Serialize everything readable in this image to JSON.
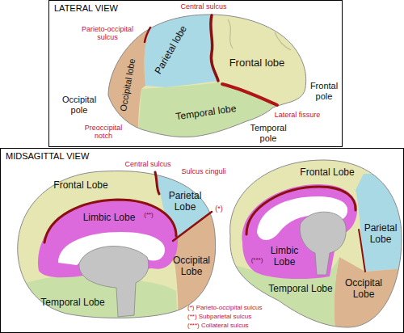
{
  "diagram": {
    "nodes": [
      {
        "text": [
          "LATERAL VIEW"
        ]
      },
      {
        "text": [
          "MIDSAGITTAL VIEW"
        ]
      }
    ],
    "labels": [
      "Central sulcus",
      "Parieto-occipital sulcus",
      "Parietal lobe",
      "Frontal lobe",
      "Occipital lobe",
      "Occipital pole",
      "Temporal lobe",
      "Lateral fissure",
      "Frontal pole",
      "Preoccipital notch",
      "Temporal pole",
      "Central sulcus",
      "Sulcus cinguli",
      "Frontal Lobe",
      "Limbic Lobe",
      "(**)",
      "Parietal Lobe",
      "(*)",
      "Occipital Lobe",
      "Temporal Lobe",
      "Frontal Lobe",
      "Parietal Lobe",
      "Limbic Lobe",
      "(***)",
      "Occipital Lobe",
      "Temporal Lobe",
      "(*) Parieto-occipital sulcus",
      "(**) Subparietal sulcus",
      "(***) Collateral sulcus"
    ]
  }
}
